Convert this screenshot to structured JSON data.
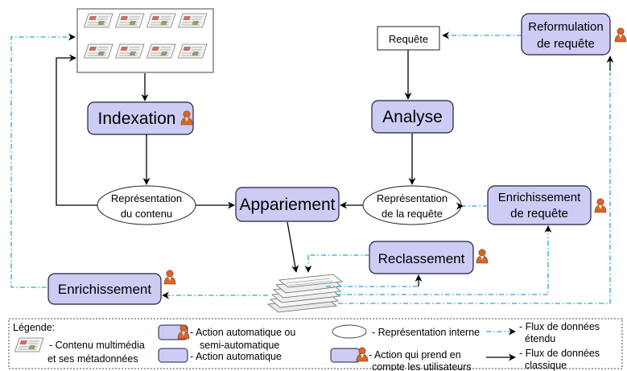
{
  "colors": {
    "box_fill": "#ccccf5",
    "box_stroke": "#1f1f3f",
    "flux_etendu": "#29a3d6",
    "flux_classique": "#000000",
    "user_icon": "#d9652b"
  },
  "icons": {
    "user": "user-person-icon",
    "documents": "document-stack-icon"
  },
  "nodes": {
    "requete": "Requête",
    "reformulation_line1": "Reformulation",
    "reformulation_line2": "de requête",
    "indexation": "Indexation",
    "analyse": "Analyse",
    "repr_contenu_line1": "Représentation",
    "repr_contenu_line2": "du contenu",
    "appariement": "Appariement",
    "repr_requete_line1": "Représentation",
    "repr_requete_line2": "de la requête",
    "enrich_requete_line1": "Enrichissement",
    "enrich_requete_line2": "de requête",
    "reclassement": "Reclassement",
    "enrichissement": "Enrichissement"
  },
  "legend": {
    "title": "Légende:",
    "contenu_line1": "- Contenu multimédia",
    "contenu_line2": "et ses métadonnées",
    "action_auto_semi_line1": "- Action automatique ou",
    "action_auto_semi_line2": "semi-automatique",
    "action_auto": "- Action automatique",
    "repr_interne": "- Représentation interne",
    "action_users_line1": "- Action qui prend en",
    "action_users_line2": "compte les utilisateurs",
    "flux_etendu_line1": "- Flux de données",
    "flux_etendu_line2": "étendu",
    "flux_classique_line1": "- Flux de données",
    "flux_classique_line2": "classique"
  }
}
